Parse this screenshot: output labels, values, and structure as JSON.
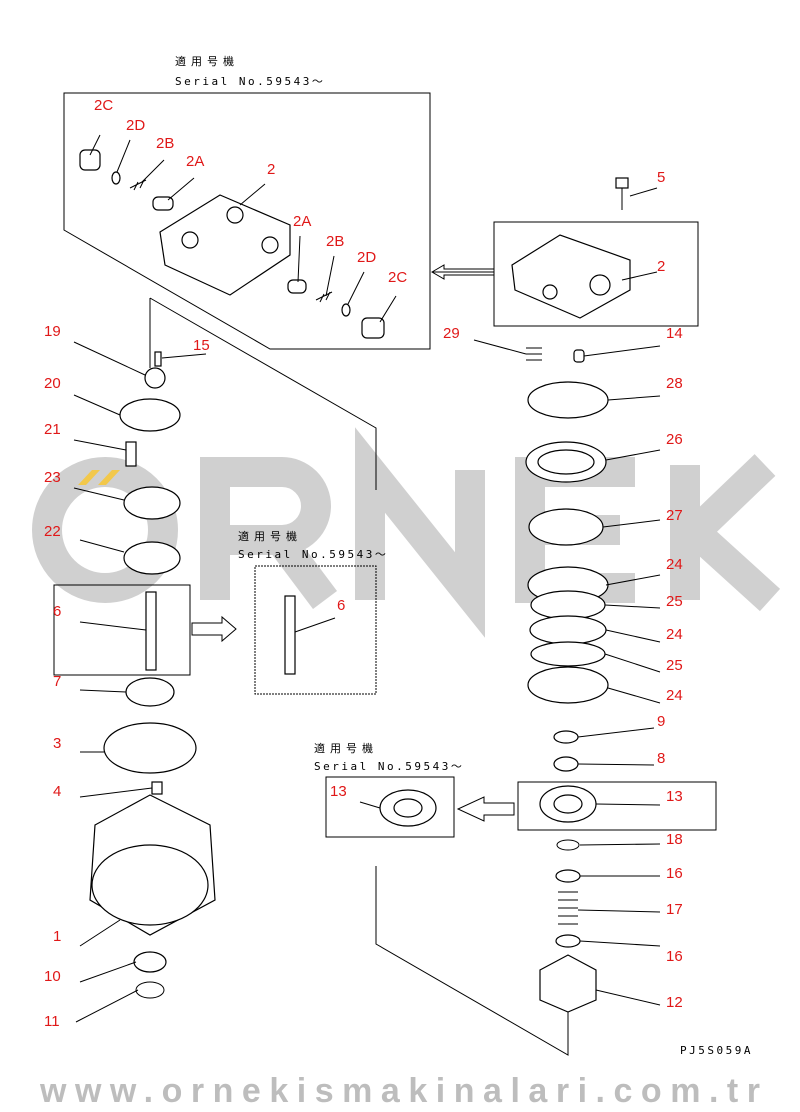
{
  "diagram": {
    "applicable_title": "適用号機",
    "serial_note": "Serial No.59543〜",
    "drawing_code": "PJ5S059A",
    "watermark": {
      "logo": "ORNEK",
      "url": "www.ornekismakinalari.com.tr"
    },
    "colors": {
      "label": "#e01818",
      "watermark": "#bdbdbd"
    },
    "top_box_labels": [
      "2C",
      "2D",
      "2B",
      "2A",
      "2",
      "2A",
      "2B",
      "2D",
      "2C"
    ],
    "right_labels": [
      "5",
      "2",
      "29",
      "14",
      "28",
      "26",
      "27",
      "24",
      "25",
      "24",
      "25",
      "24",
      "9",
      "8",
      "13",
      "18",
      "16",
      "17",
      "16",
      "12"
    ],
    "left_labels": [
      "19",
      "15",
      "20",
      "21",
      "23",
      "22",
      "6",
      "7",
      "3",
      "4",
      "1",
      "10",
      "11"
    ],
    "inset_shaft_label": "6",
    "inset_seal_label": "13"
  }
}
